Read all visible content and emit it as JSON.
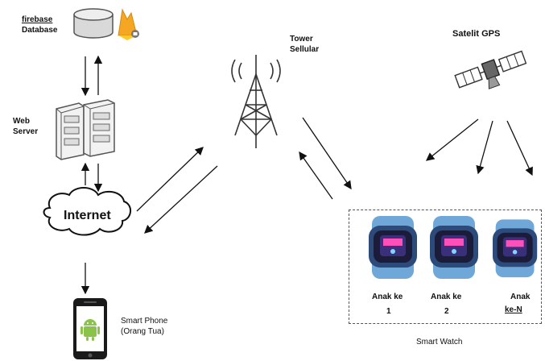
{
  "nodes": {
    "database": {
      "line1": "firebase",
      "line2": "Database"
    },
    "web_server": {
      "line1": "Web",
      "line2": "Server"
    },
    "internet": {
      "label": "Internet"
    },
    "phone": {
      "line1": "Smart Phone",
      "line2": "(Orang Tua)"
    },
    "tower": {
      "line1": "Tower",
      "line2": "Sellular"
    },
    "gps": {
      "label": "Satelit GPS"
    },
    "watches": [
      {
        "line1": "Anak ke",
        "line2": "1"
      },
      {
        "line1": "Anak ke",
        "line2": "2"
      },
      {
        "line1": "Anak",
        "line2": "ke-N"
      }
    ],
    "watch_group": {
      "label": "Smart Watch"
    }
  },
  "colors": {
    "watch_band": "#6fa8d8",
    "watch_face": "#1b1b3a",
    "firebase_orange": "#f5a623",
    "android_green": "#8bc34a"
  }
}
